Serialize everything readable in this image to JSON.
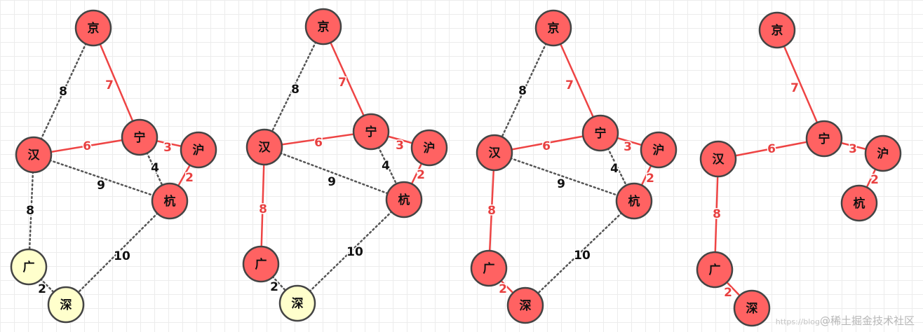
{
  "colors": {
    "selected_node": "#ff6262",
    "unselected_node": "#ffffcc",
    "node_stroke": "#444444",
    "selected_edge": "#ee4444",
    "unselected_edge": "#555555",
    "selected_label": "#e84040",
    "unselected_label": "#111111"
  },
  "nodes": {
    "jing": "京",
    "han": "汉",
    "ning": "宁",
    "hu": "沪",
    "hang": "杭",
    "guang": "广",
    "shen": "深"
  },
  "edges": [
    {
      "id": "jing-han",
      "from": "jing",
      "to": "han",
      "weight": "8"
    },
    {
      "id": "jing-ning",
      "from": "jing",
      "to": "ning",
      "weight": "7"
    },
    {
      "id": "han-ning",
      "from": "han",
      "to": "ning",
      "weight": "6"
    },
    {
      "id": "ning-hu",
      "from": "ning",
      "to": "hu",
      "weight": "3"
    },
    {
      "id": "ning-hang",
      "from": "ning",
      "to": "hang",
      "weight": "4"
    },
    {
      "id": "hu-hang",
      "from": "hu",
      "to": "hang",
      "weight": "2"
    },
    {
      "id": "han-hang",
      "from": "han",
      "to": "hang",
      "weight": "9"
    },
    {
      "id": "han-guang",
      "from": "han",
      "to": "guang",
      "weight": "8"
    },
    {
      "id": "guang-shen",
      "from": "guang",
      "to": "shen",
      "weight": "2"
    },
    {
      "id": "hang-shen",
      "from": "hang",
      "to": "shen",
      "weight": "10"
    }
  ],
  "panels": [
    {
      "selected_nodes": [
        "jing",
        "han",
        "ning",
        "hu",
        "hang"
      ],
      "selected_edges": [
        "jing-ning",
        "han-ning",
        "ning-hu",
        "hu-hang"
      ],
      "hidden_edges": []
    },
    {
      "selected_nodes": [
        "jing",
        "han",
        "ning",
        "hu",
        "hang",
        "guang"
      ],
      "selected_edges": [
        "jing-ning",
        "han-ning",
        "ning-hu",
        "hu-hang",
        "han-guang"
      ],
      "hidden_edges": []
    },
    {
      "selected_nodes": [
        "jing",
        "han",
        "ning",
        "hu",
        "hang",
        "guang",
        "shen"
      ],
      "selected_edges": [
        "jing-ning",
        "han-ning",
        "ning-hu",
        "hu-hang",
        "han-guang",
        "guang-shen"
      ],
      "hidden_edges": []
    },
    {
      "selected_nodes": [
        "jing",
        "han",
        "ning",
        "hu",
        "hang",
        "guang",
        "shen"
      ],
      "selected_edges": [
        "jing-ning",
        "han-ning",
        "ning-hu",
        "hu-hang",
        "han-guang",
        "guang-shen"
      ],
      "hidden_edges": [
        "jing-han",
        "ning-hang",
        "han-hang",
        "hang-shen"
      ]
    }
  ],
  "watermark": {
    "small": "https://blog",
    "text": "@稀土掘金技术社区"
  }
}
